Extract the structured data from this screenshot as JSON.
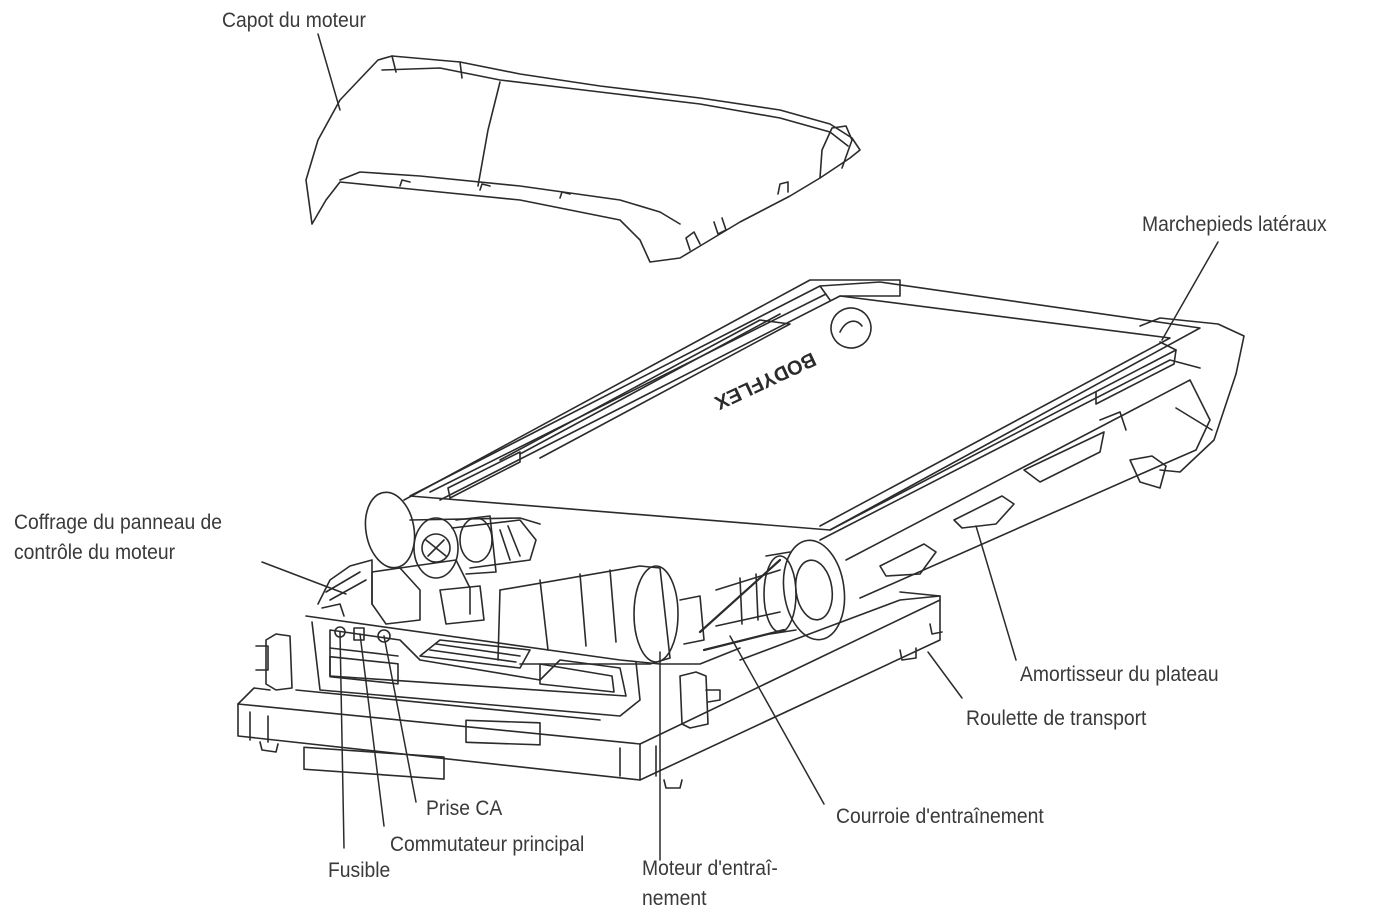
{
  "labels": {
    "engine_cover": "Capot du moteur",
    "side_rails": "Marchepieds latéraux",
    "control_panel_line1": "Coffrage du panneau de",
    "control_panel_line2": "contrôle du moteur",
    "deck_damper": "Amortisseur du plateau",
    "transport_wheel": "Roulette de transport",
    "drive_belt": "Courroie d'entraînement",
    "ac_socket": "Prise CA",
    "main_switch": "Commutateur principal",
    "fuse": "Fusible",
    "drive_motor_line1": "Moteur d'entraî-",
    "drive_motor_line2": "nement"
  },
  "deck": {
    "brand": "BODYFLEX"
  },
  "colors": {
    "line": "#2b2b2b",
    "text": "#3a3a3a",
    "background": "#ffffff"
  }
}
